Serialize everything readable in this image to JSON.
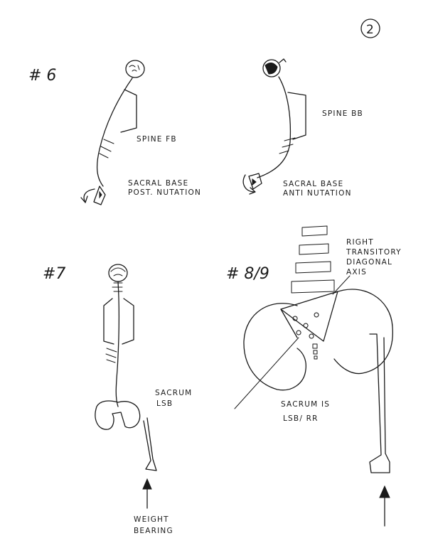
{
  "page_number": "2",
  "panels": {
    "p6": {
      "number": "# 6",
      "left_label": "SPINE FB",
      "right_label": "SPINE BB",
      "left_caption": [
        "SACRAL BASE",
        "POST. NUTATION"
      ],
      "right_caption": [
        "SACRAL BASE",
        "ANTI NUTATION"
      ]
    },
    "p7": {
      "number": "#7",
      "label": [
        "SACRUM",
        "LSB"
      ],
      "weight": [
        "WEIGHT",
        "BEARING"
      ]
    },
    "p89": {
      "number": "# 8/9",
      "axis_label": [
        "RIGHT",
        "TRANSITORY",
        "DIAGONAL",
        "AXIS"
      ],
      "caption": [
        "SACRUM IS",
        "LSB/ RR"
      ]
    }
  }
}
